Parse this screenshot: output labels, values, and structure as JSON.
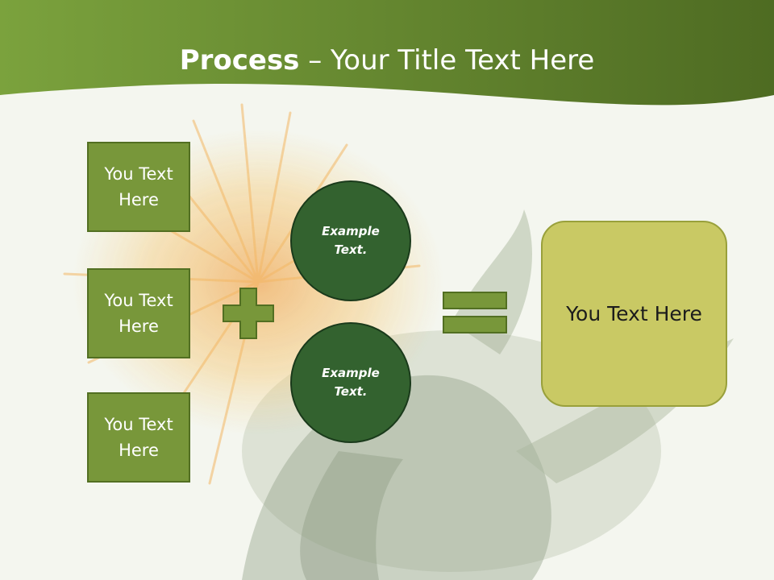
{
  "slide": {
    "title_bold": "Process",
    "title_rest": " – Your Title Text Here",
    "boxes": [
      "You Text Here",
      "You Text Here",
      "You Text Here"
    ],
    "circles": [
      "Example Text.",
      "Example Text."
    ],
    "result": "You Text Here"
  },
  "colors": {
    "header_dark": "#4e6b22",
    "header_light": "#7ba23d",
    "box_fill": "#78973a",
    "circle_fill": "#33622f",
    "result_fill": "#c9c964",
    "operator_fill": "#78973a"
  },
  "icons": {
    "plus": "plus-icon",
    "equals": "equals-icon",
    "background": "safflower-flower-photo"
  }
}
